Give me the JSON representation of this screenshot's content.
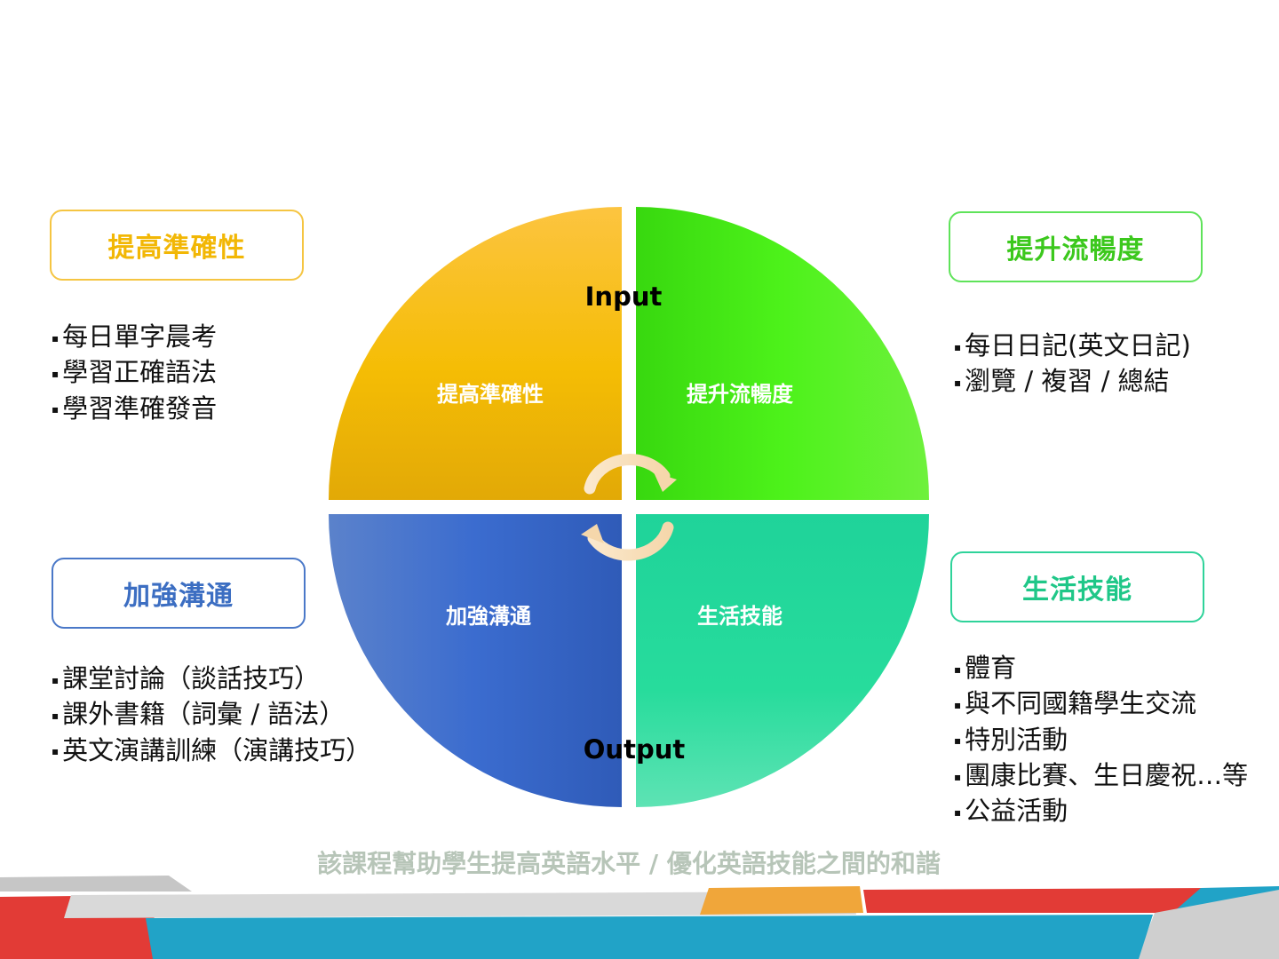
{
  "quadrants": {
    "top_left": {
      "label": "提高準確性",
      "color": "#f5bd12"
    },
    "top_right": {
      "label": "提升流暢度",
      "color": "#3fe81c"
    },
    "bottom_left": {
      "label": "加強溝通",
      "color": "#3a6ec9"
    },
    "bottom_right": {
      "label": "生活技能",
      "color": "#2ed99a"
    }
  },
  "flow": {
    "input": "Input",
    "output": "Output"
  },
  "panels": {
    "accuracy": {
      "title": "提高準確性",
      "color": "#f5c542",
      "items": [
        "每日單字晨考",
        "學習正確語法",
        "學習準確發音"
      ]
    },
    "fluency": {
      "title": "提升流暢度",
      "color": "#5fe35a",
      "items": [
        "每日日記(英文日記)",
        "瀏覽 / 複習 / 總結"
      ]
    },
    "communication": {
      "title": "加強溝通",
      "color": "#4a78c8",
      "items": [
        "課堂討論（談話技巧）",
        "課外書籍（詞彙 / 語法）",
        "英文演講訓練（演講技巧）"
      ]
    },
    "life_skills": {
      "title": "生活技能",
      "color": "#2fd39a",
      "items": [
        "體育",
        "與不同國籍學生交流",
        "特別活動",
        "團康比賽、生日慶祝…等",
        "公益活動"
      ]
    }
  },
  "footer": {
    "caption": "該課程幫助學生提高英語水平 / 優化英語技能之間的和諧"
  },
  "palette": {
    "banner_blue": "#21a3c7",
    "banner_red": "#e23b36",
    "banner_orange": "#f0a63a",
    "banner_grey": "#d5d5d5"
  }
}
